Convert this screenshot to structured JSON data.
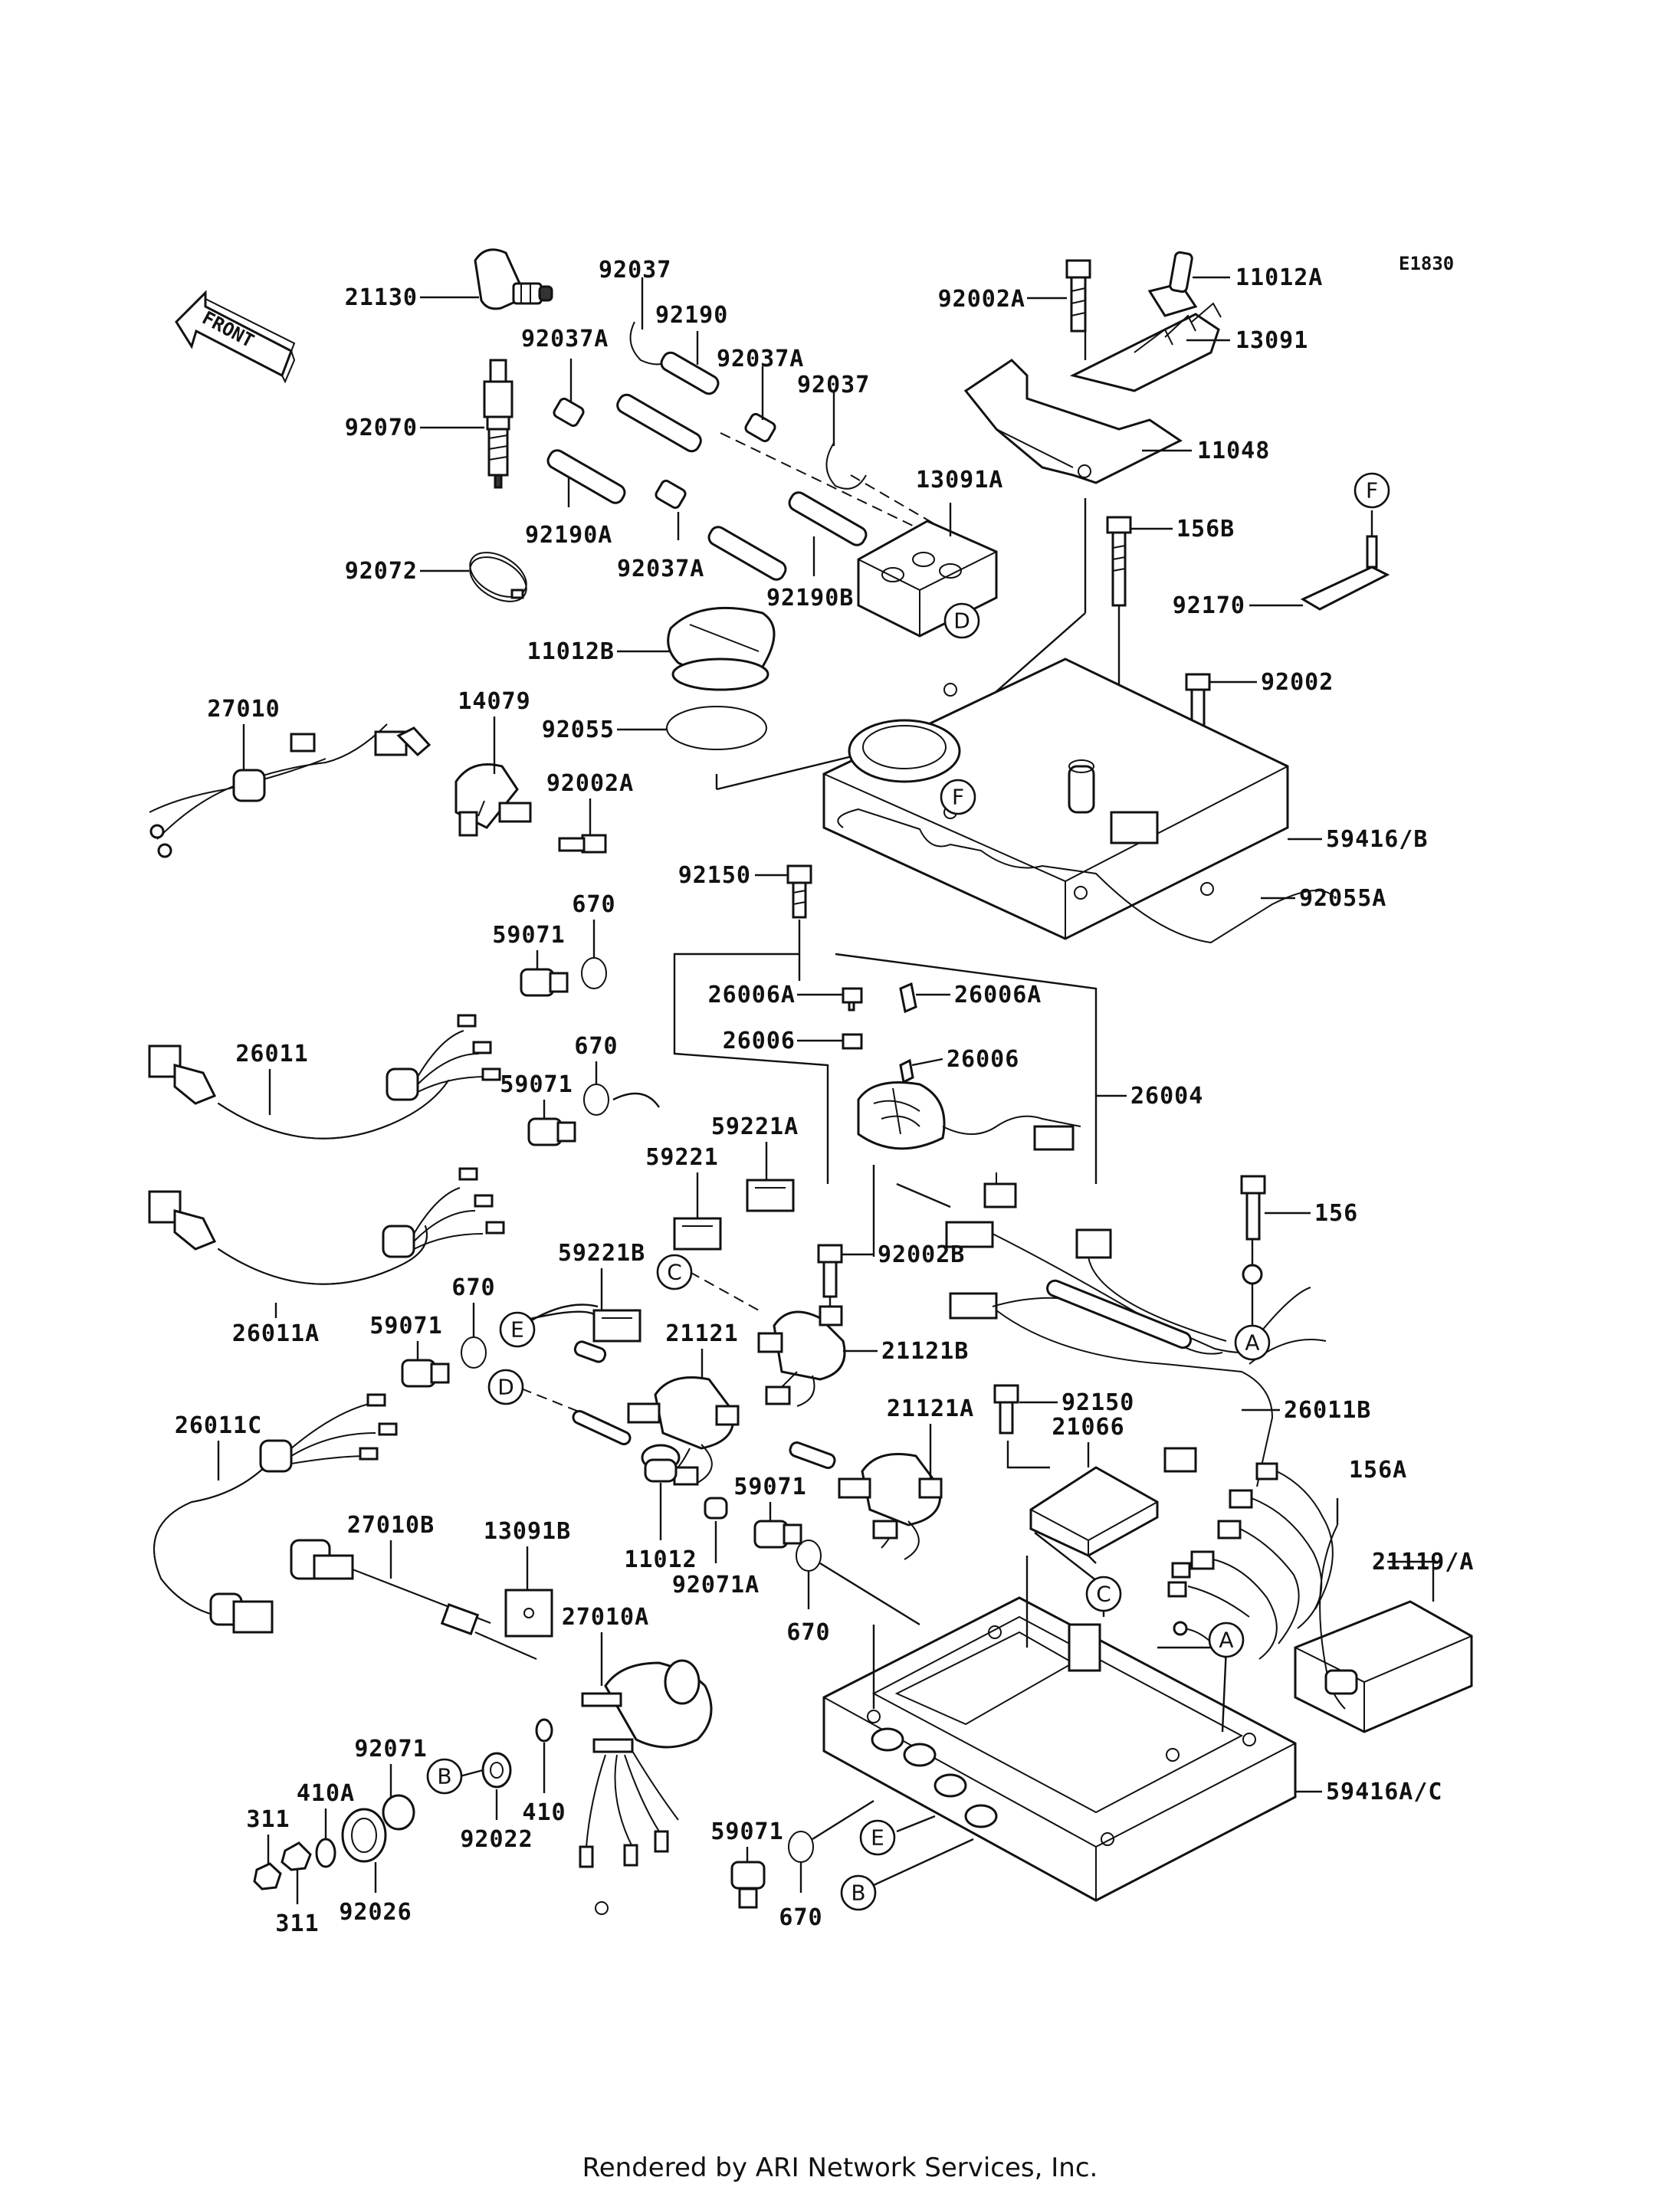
{
  "diagram_code": "E1830",
  "front_label": "FRONT",
  "footer": "Rendered by ARI Network Services, Inc.",
  "callouts": [
    {
      "id": "c01",
      "text": "21130"
    },
    {
      "id": "c02",
      "text": "92037"
    },
    {
      "id": "c03",
      "text": "92190"
    },
    {
      "id": "c04",
      "text": "92037A"
    },
    {
      "id": "c05",
      "text": "92037A"
    },
    {
      "id": "c06",
      "text": "92037"
    },
    {
      "id": "c07",
      "text": "92070"
    },
    {
      "id": "c08",
      "text": "92190A"
    },
    {
      "id": "c09",
      "text": "92037A"
    },
    {
      "id": "c10",
      "text": "92190B"
    },
    {
      "id": "c11",
      "text": "92072"
    },
    {
      "id": "c12",
      "text": "13091A"
    },
    {
      "id": "c13",
      "text": "92002A"
    },
    {
      "id": "c14",
      "text": "11012A"
    },
    {
      "id": "c15",
      "text": "13091"
    },
    {
      "id": "c16",
      "text": "11048"
    },
    {
      "id": "c17",
      "text": "156B"
    },
    {
      "id": "c18",
      "text": "92170"
    },
    {
      "id": "c19",
      "text": "92002"
    },
    {
      "id": "c20",
      "text": "11012B"
    },
    {
      "id": "c21",
      "text": "92055"
    },
    {
      "id": "c22",
      "text": "27010"
    },
    {
      "id": "c23",
      "text": "14079"
    },
    {
      "id": "c24",
      "text": "92002A"
    },
    {
      "id": "c25",
      "text": "59416/B"
    },
    {
      "id": "c26",
      "text": "92055A"
    },
    {
      "id": "c27",
      "text": "92150"
    },
    {
      "id": "c28",
      "text": "670"
    },
    {
      "id": "c29",
      "text": "59071"
    },
    {
      "id": "c30",
      "text": "26006A"
    },
    {
      "id": "c31",
      "text": "26006A"
    },
    {
      "id": "c32",
      "text": "26006"
    },
    {
      "id": "c33",
      "text": "26006"
    },
    {
      "id": "c34",
      "text": "26011"
    },
    {
      "id": "c35",
      "text": "670"
    },
    {
      "id": "c36",
      "text": "59071"
    },
    {
      "id": "c37",
      "text": "26004"
    },
    {
      "id": "c38",
      "text": "59221A"
    },
    {
      "id": "c39",
      "text": "59221"
    },
    {
      "id": "c40",
      "text": "156"
    },
    {
      "id": "c41",
      "text": "59221B"
    },
    {
      "id": "c42",
      "text": "92002B"
    },
    {
      "id": "c43",
      "text": "670"
    },
    {
      "id": "c44",
      "text": "59071"
    },
    {
      "id": "c45",
      "text": "21121"
    },
    {
      "id": "c46",
      "text": "21121B"
    },
    {
      "id": "c47",
      "text": "26011A"
    },
    {
      "id": "c48",
      "text": "26011C"
    },
    {
      "id": "c49",
      "text": "21121A"
    },
    {
      "id": "c50",
      "text": "92150"
    },
    {
      "id": "c51",
      "text": "26011B"
    },
    {
      "id": "c52",
      "text": "21066"
    },
    {
      "id": "c53",
      "text": "156A"
    },
    {
      "id": "c54",
      "text": "27010B"
    },
    {
      "id": "c55",
      "text": "13091B"
    },
    {
      "id": "c56",
      "text": "59071"
    },
    {
      "id": "c57",
      "text": "11012"
    },
    {
      "id": "c58",
      "text": "92071A"
    },
    {
      "id": "c59",
      "text": "21119/A"
    },
    {
      "id": "c60",
      "text": "27010A"
    },
    {
      "id": "c61",
      "text": "670"
    },
    {
      "id": "c62",
      "text": "92071"
    },
    {
      "id": "c63",
      "text": "410A"
    },
    {
      "id": "c64",
      "text": "311"
    },
    {
      "id": "c65",
      "text": "92022"
    },
    {
      "id": "c66",
      "text": "410"
    },
    {
      "id": "c67",
      "text": "59416A/C"
    },
    {
      "id": "c68",
      "text": "92026"
    },
    {
      "id": "c69",
      "text": "311"
    },
    {
      "id": "c70",
      "text": "59071"
    },
    {
      "id": "c71",
      "text": "670"
    }
  ],
  "reference_letters": [
    {
      "id": "r01",
      "text": "F"
    },
    {
      "id": "r02",
      "text": "D"
    },
    {
      "id": "r03",
      "text": "F"
    },
    {
      "id": "r04",
      "text": "C"
    },
    {
      "id": "r05",
      "text": "E"
    },
    {
      "id": "r06",
      "text": "D"
    },
    {
      "id": "r07",
      "text": "A"
    },
    {
      "id": "r08",
      "text": "C"
    },
    {
      "id": "r09",
      "text": "A"
    },
    {
      "id": "r10",
      "text": "B"
    },
    {
      "id": "r11",
      "text": "E"
    },
    {
      "id": "r12",
      "text": "B"
    }
  ]
}
